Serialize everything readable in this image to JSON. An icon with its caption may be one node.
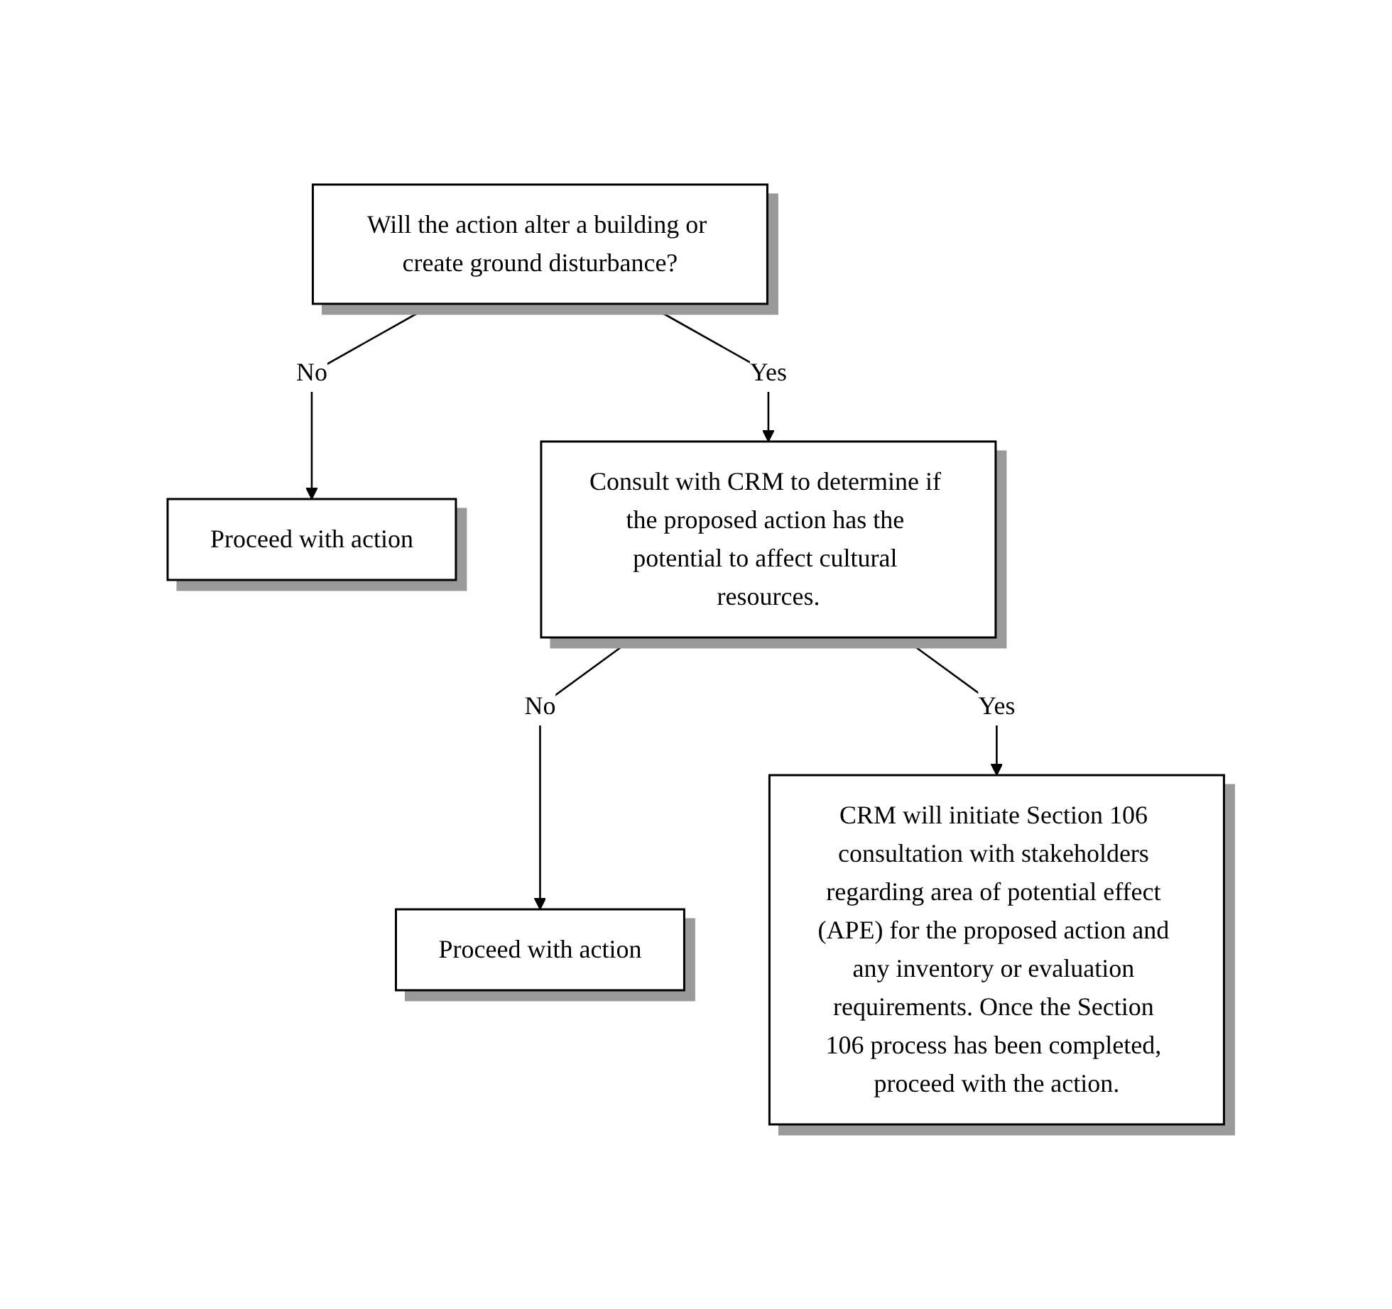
{
  "diagram": {
    "nodes": [
      {
        "text": [
          "Will the action alter a building or create ground disturbance?"
        ]
      },
      {
        "text": [
          "Proceed with action"
        ]
      },
      {
        "text": [
          "Consult with CRM to determine if the proposed action has the potential to affect cultural resources."
        ]
      },
      {
        "text": [
          "Proceed with action"
        ]
      },
      {
        "text": [
          "CRM will initiate Section 106 consultation with stakeholders regarding area of potential effect (APE) for the proposed action and any inventory or evaluation requirements. Once the Section 106 process has been completed, proceed with the action."
        ]
      }
    ],
    "edges": [
      {
        "from": 0,
        "to": 1,
        "arrow": "to",
        "label": "No"
      },
      {
        "from": 0,
        "to": 2,
        "arrow": "to",
        "label": "Yes"
      },
      {
        "from": 2,
        "to": 3,
        "arrow": "to",
        "label": "No"
      },
      {
        "from": 2,
        "to": 4,
        "arrow": "to",
        "label": "Yes"
      }
    ]
  }
}
